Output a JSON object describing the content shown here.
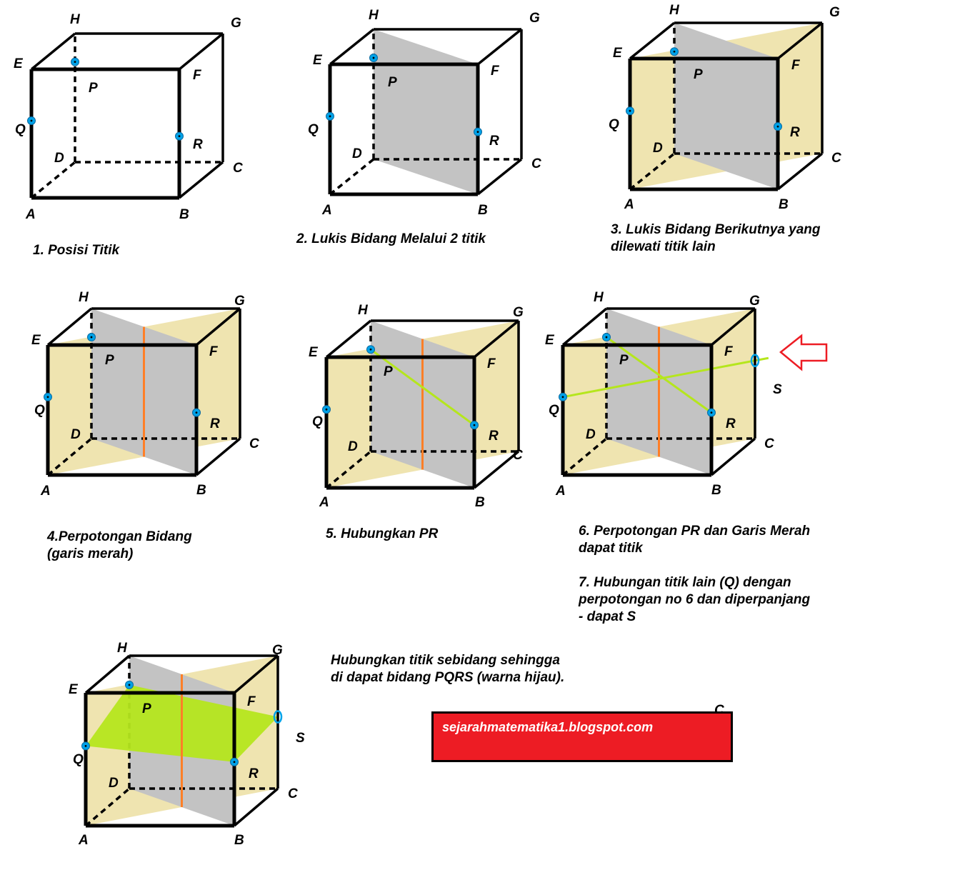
{
  "labels": {
    "A": "A",
    "B": "B",
    "C": "C",
    "D": "D",
    "E": "E",
    "F": "F",
    "G": "G",
    "H": "H",
    "P": "P",
    "Q": "Q",
    "R": "R",
    "S": "S"
  },
  "captions": {
    "c1": "1. Posisi Titik",
    "c2": "2. Lukis Bidang Melalui 2 titik",
    "c3a": "3. Lukis Bidang Berikutnya yang",
    "c3b": "dilewati titik lain",
    "c4a": "4.Perpotongan Bidang",
    "c4b": "(garis merah)",
    "c5": "5. Hubungkan PR",
    "c6a": "6. Perpotongan PR dan Garis Merah",
    "c6b": "dapat titik",
    "c7a": "7. Hubungan titik lain (Q) dengan",
    "c7b": "perpotongan no 6 dan diperpanjang",
    "c7c": "- dapat S",
    "c8a": "Hubungkan titik sebidang sehingga",
    "c8b": "di dapat bidang PQRS (warna hijau)."
  },
  "banner": {
    "text": "sejarahmatematika1.blogspot.com"
  },
  "colors": {
    "edge": "#000000",
    "plane_vertical": "#c3c3c3",
    "plane_diagonal": "#efe4b0",
    "intersection_line": "#ff7f27",
    "pr_line": "#b5e61d",
    "pqrs_plane": "#b5e61d",
    "point": "#00a2e8",
    "banner_bg": "#ed1c24",
    "arrow": "#ed1c24"
  }
}
